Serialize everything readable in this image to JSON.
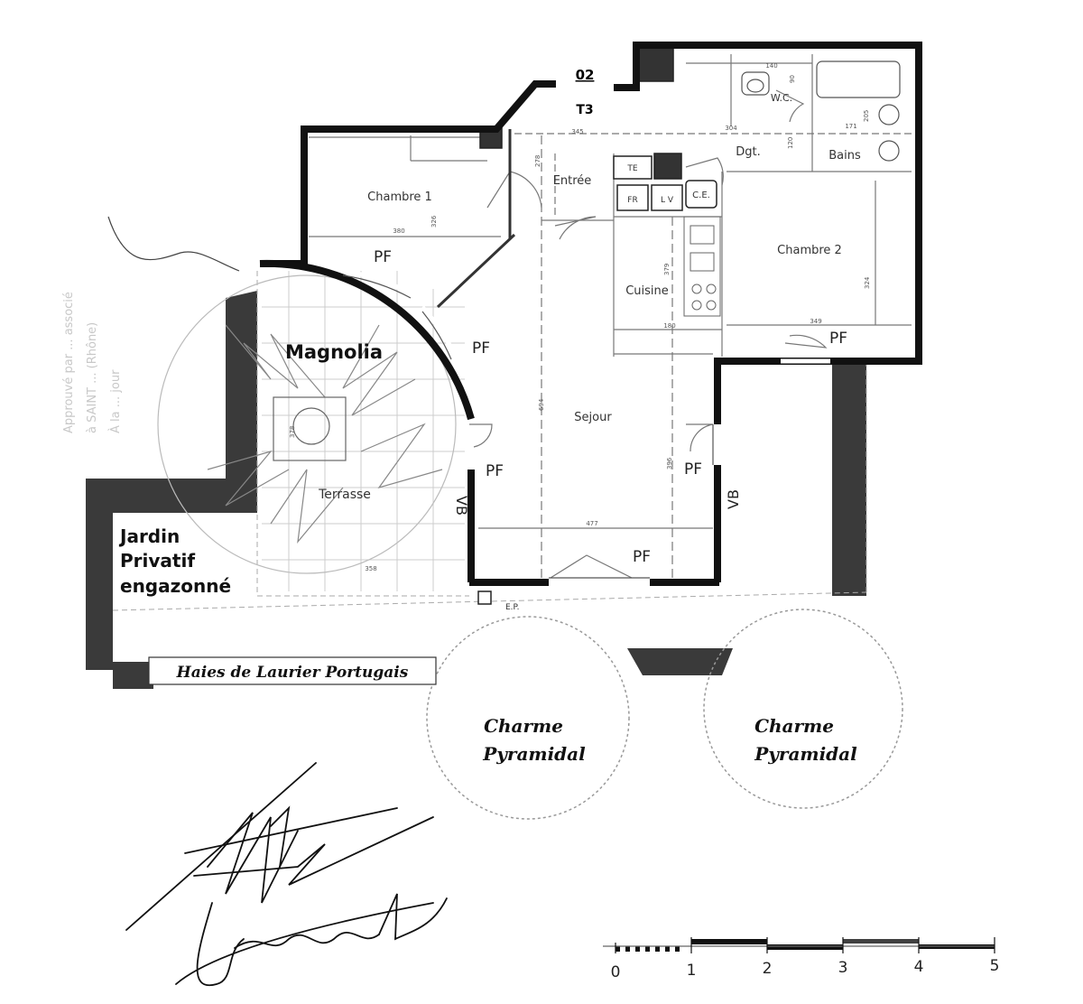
{
  "unit": {
    "number": "02",
    "type": "T3"
  },
  "rooms": {
    "chambre1": "Chambre 1",
    "entree": "Entrée",
    "chambre2": "Chambre 2",
    "cuisine": "Cuisine",
    "sejour": "Sejour",
    "dgt": "Dgt.",
    "bains": "Bains",
    "wc": "W.C.",
    "terrasse": "Terrasse"
  },
  "fixtures": {
    "fr": "FR",
    "lv": "L V",
    "ce": "C.E.",
    "te": "TE",
    "ep": "E.P."
  },
  "openings": {
    "pf": "PF",
    "vb": "VB"
  },
  "dimensions": {
    "d140": "140",
    "d90": "90",
    "d304": "304",
    "d345": "345",
    "d171": "171",
    "d205": "205",
    "d120": "120",
    "d278": "278",
    "d380": "380",
    "d326": "326",
    "d379": "379",
    "d180": "180",
    "d349": "349",
    "d694": "694",
    "d396": "396",
    "d477": "477",
    "d358": "358",
    "d378": "378"
  },
  "landscape": {
    "magnolia": "Magnolia",
    "garden_line1": "Jardin",
    "garden_line2": "Privatif",
    "garden_line3": "engazonné",
    "hedge": "Haies de Laurier  Portugais",
    "tree_line1": "Charme",
    "tree_line2": "Pyramidal"
  },
  "scale_labels": [
    "0",
    "1",
    "2",
    "3",
    "4",
    "5"
  ],
  "margin_note_lines": [
    "Approuvé par ... associé",
    "à SAINT ... (Rhône)",
    "À la ... jour"
  ],
  "colors": {
    "wall": "#111111",
    "hedge": "#3a3a3a",
    "line": "#777777"
  }
}
